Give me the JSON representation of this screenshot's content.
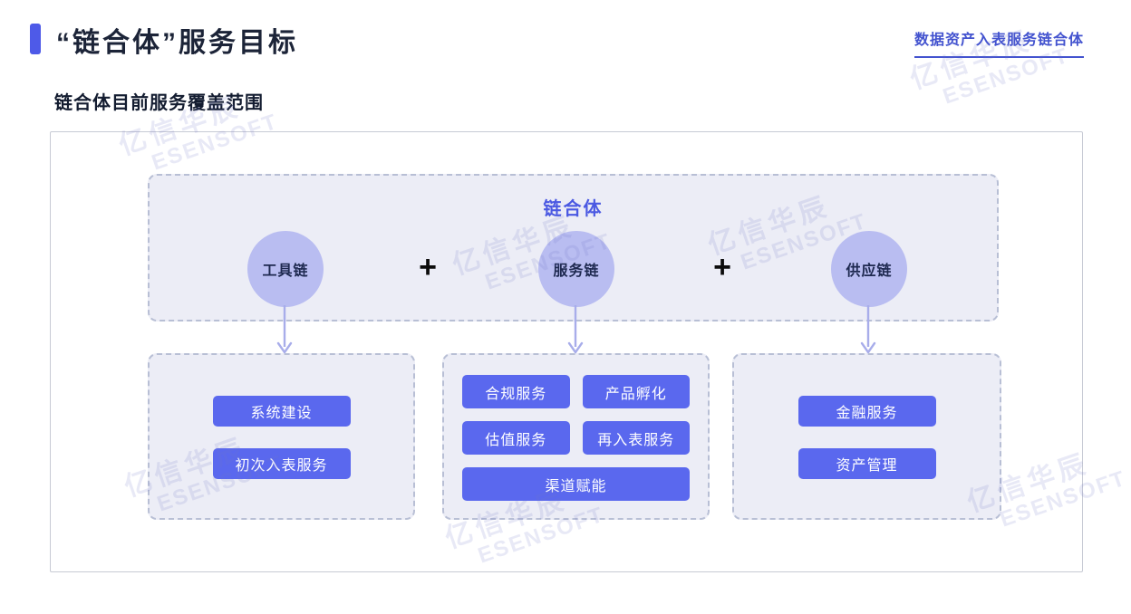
{
  "header": {
    "title": "“链合体”服务目标",
    "link": "数据资产入表服务链合体"
  },
  "section": {
    "subtitle": "链合体目前服务覆盖范围"
  },
  "diagram": {
    "union_title": "链合体",
    "plus": "+",
    "chains": [
      {
        "label": "工具链"
      },
      {
        "label": "服务链"
      },
      {
        "label": "供应链"
      }
    ],
    "groups": [
      {
        "items": [
          "系统建设",
          "初次入表服务"
        ]
      },
      {
        "items": [
          "合规服务",
          "产品孵化",
          "估值服务",
          "再入表服务",
          "渠道赋能"
        ]
      },
      {
        "items": [
          "金融服务",
          "资产管理"
        ]
      }
    ]
  },
  "watermark": {
    "line1": "亿信华辰",
    "line2": "ESENSOFT"
  },
  "colors": {
    "accent": "#4e5ae8",
    "title_text": "#1c2438",
    "link": "#4353cf",
    "chip": "#5a68ee",
    "circle": "#b9bdf1",
    "box_bg": "#ecedf6",
    "box_border": "#b8bfd5",
    "arrow": "#a8adea"
  }
}
